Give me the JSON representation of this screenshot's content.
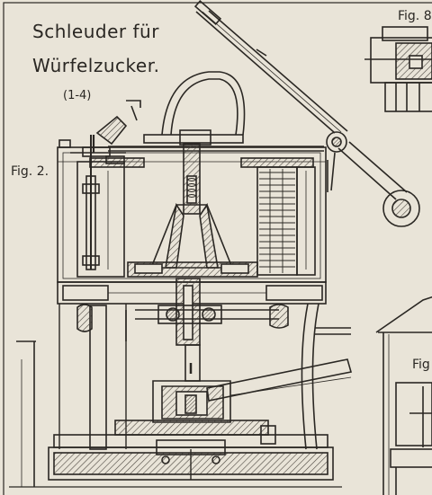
{
  "title": {
    "line1": "Schleuder für",
    "line2": "Würfelzucker."
  },
  "subtitle": "(1-4)",
  "figures": {
    "main": "Fig. 2.",
    "top_right": "Fig. 8",
    "bottom_right": "Fig"
  },
  "colors": {
    "paper": "#e9e4d8",
    "ink": "#2a2723",
    "hatch": "#4a453e"
  }
}
